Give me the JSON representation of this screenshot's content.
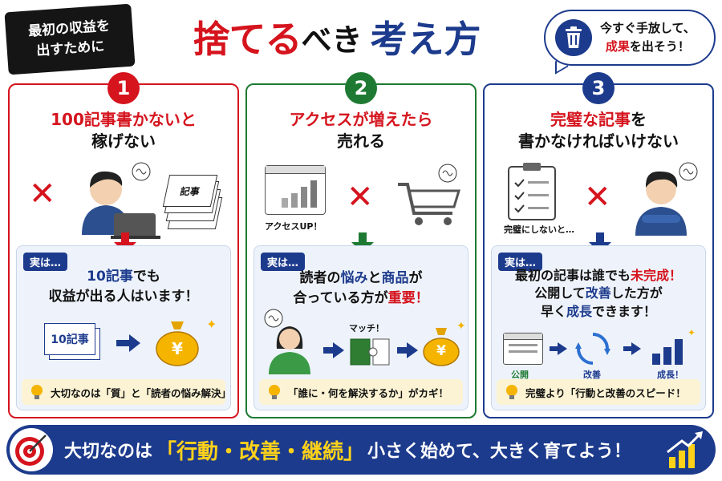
{
  "header": {
    "tag_line1": "最初の収益を",
    "tag_line2": "出すために",
    "title_part1": "捨てる",
    "title_part2": "べき",
    "title_part3": "考え方",
    "bubble_line1": "今すぐ手放して、",
    "bubble_line2_red": "成果",
    "bubble_line2_rest": "を出そう！"
  },
  "cards": [
    {
      "number": "1",
      "title_red": "100記事書かないと",
      "title_black": "稼げない",
      "doc_label": "記事",
      "truth_tag": "実は…",
      "truth_line1_hl": "10記事",
      "truth_line1_rest": "でも",
      "truth_line2": "収益が出る人はいます！",
      "mini_label": "10記事",
      "tip": "大切なのは「質」と「読者の悩み解決」",
      "coin_symbol": "¥"
    },
    {
      "number": "2",
      "title_red": "アクセスが増えたら",
      "title_black": "売れる",
      "access_label": "アクセスUP！",
      "truth_tag": "実は…",
      "truth_l1_a": "読者の",
      "truth_l1_b": "悩み",
      "truth_l1_c": "と",
      "truth_l1_d": "商品",
      "truth_l1_e": "が",
      "truth_l2_a": "合っている方が",
      "truth_l2_b": "重要！",
      "match_label": "マッチ！",
      "tip": "「誰に・何を解決するか」がカギ！",
      "coin_symbol": "¥"
    },
    {
      "number": "3",
      "title_red": "完璧な記事",
      "title_black1": "を",
      "title_black2": "書かなければいけない",
      "clipboard_label": "完璧にしないと…",
      "truth_tag": "実は…",
      "truth_l1_a": "最初の記事は誰でも",
      "truth_l1_b": "未完成！",
      "truth_l2_a": "公開して",
      "truth_l2_b": "改善",
      "truth_l2_c": "した方が",
      "truth_l3_a": "早く",
      "truth_l3_b": "成長",
      "truth_l3_c": "できます！",
      "step1": "公開",
      "step2": "改善",
      "step3": "成長！",
      "tip": "完璧より「行動と改善のスピード！"
    }
  ],
  "footer": {
    "text1": "大切なのは",
    "keywords": "「行動・改善・継続」",
    "text2": "小さく始めて、大きく育てよう！"
  },
  "colors": {
    "red": "#d5141e",
    "navy": "#1d3b8d",
    "green": "#1e7a32",
    "gold": "#f5b400"
  }
}
